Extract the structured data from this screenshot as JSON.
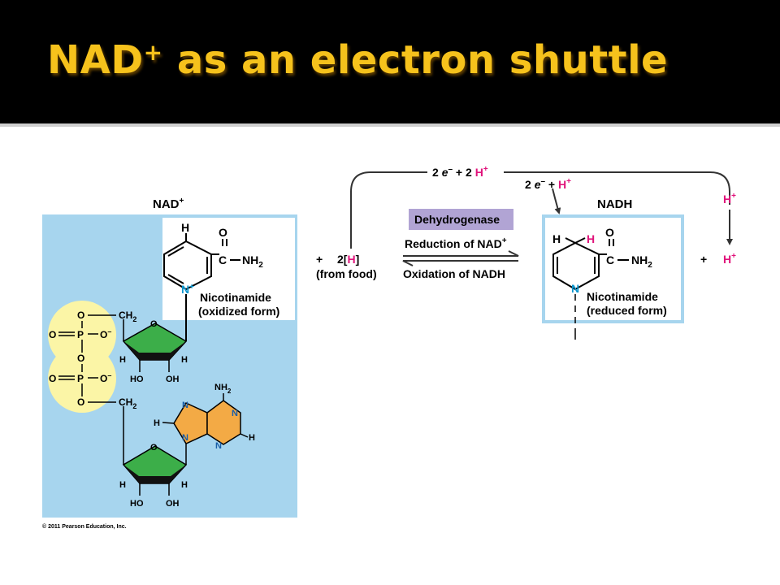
{
  "slide": {
    "title_main": "NAD",
    "title_sup": "+",
    "title_rest": " as an electron shuttle"
  },
  "figure": {
    "nad_label": "NAD",
    "nadh_label": "NADH",
    "plus_sup": "+",
    "minus_sup": "–",
    "electrons_top_a": "2 ",
    "electrons_top_e": "e",
    "electrons_top_b": " + 2 ",
    "electrons_top_h": "H",
    "electrons_side_a": "2 ",
    "electrons_side_e": "e",
    "electrons_side_b": " + ",
    "electrons_side_h": "H",
    "proton_right": "H",
    "enzyme": "Dehydrogenase",
    "reduction_a": "Reduction of NAD",
    "oxidation": "Oxidation of NADH",
    "plus": "+",
    "two": "2",
    "bracket_open": "[",
    "bracket_close": "]",
    "h_symbol": "H",
    "from_food": "(from food)",
    "nicotinamide": "Nicotinamide",
    "oxidized": "(oxidized form)",
    "reduced": "(reduced form)",
    "atom_h": "H",
    "atom_o": "O",
    "atom_c": "C",
    "atom_n": "N",
    "atom_p": "P",
    "o_minus": "O",
    "nh": "NH",
    "sub2": "2",
    "ch": "CH",
    "ho": "HO",
    "oh": "OH",
    "copyright": "© 2011 Pearson Education, Inc."
  },
  "colors": {
    "title": "#f6c21c",
    "panel_blue": "#a7d5ee",
    "phosphate_yellow": "#fbf5a6",
    "ribose_green": "#3cae49",
    "adenine_orange": "#f3aa45",
    "nitrogen_blue": "#0a96cf",
    "hydrogen_magenta": "#e0137b",
    "enzyme_box": "#b1a4d4"
  }
}
